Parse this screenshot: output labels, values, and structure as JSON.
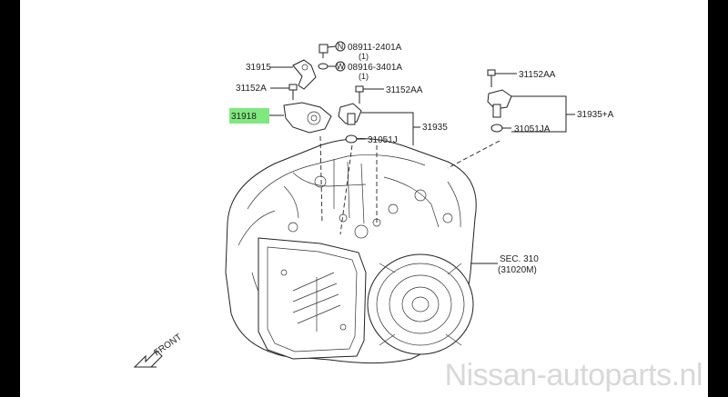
{
  "diagram": {
    "labels": {
      "bolt_n": "08911-2401A",
      "bolt_n_qty": "(1)",
      "washer_w": "08916-3401A",
      "washer_w_qty": "(1)",
      "bracket": "31915",
      "bolt_left": "31152A",
      "bolt_mid": "31152AA",
      "bolt_right": "31152AA",
      "sensor_highlight": "31918",
      "sensor_mid": "31935",
      "sensor_right": "31935+A",
      "oring_mid": "31051J",
      "oring_right": "31051JA",
      "sec_ref": "SEC. 310",
      "sec_ref_part": "(31020M)",
      "front": "FRONT",
      "n_marker": "N",
      "w_marker": "W"
    },
    "highlight_color": "#7fe87f"
  },
  "watermark": "Nissan-autoparts.nl"
}
